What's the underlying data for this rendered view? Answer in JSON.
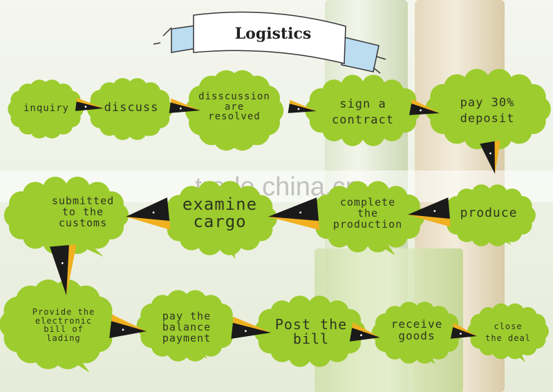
{
  "title": "Logistics",
  "watermark": "trade.china.cn",
  "colors": {
    "bubble": "#9ccc2e",
    "beak_dark": "#1a1a1a",
    "beak_accent": "#f0b020",
    "ribbon": "#ffffff",
    "ribbon_fold": "#bcdcf0"
  },
  "steps": [
    {
      "id": "inquiry",
      "label": "inquiry"
    },
    {
      "id": "discuss",
      "label": "discuss"
    },
    {
      "id": "resolved",
      "label": "disscussion\nare\nresolved"
    },
    {
      "id": "contract",
      "label": "sign a\ncontract"
    },
    {
      "id": "deposit",
      "label": "pay 30%\ndeposit"
    },
    {
      "id": "produce",
      "label": "produce"
    },
    {
      "id": "complete",
      "label": "complete\nthe\nproduction"
    },
    {
      "id": "examine",
      "label": "examine\ncargo"
    },
    {
      "id": "customs",
      "label": "submitted\nto the\ncustoms"
    },
    {
      "id": "bill-lading",
      "label": "Provide the\nelectronic\nbill of\nlading"
    },
    {
      "id": "balance",
      "label": "pay the\nbalance\npayment"
    },
    {
      "id": "post-bill",
      "label": "Post the\nbill"
    },
    {
      "id": "receive",
      "label": "receive\ngoods"
    },
    {
      "id": "close",
      "label": "close\nthe deal"
    }
  ]
}
